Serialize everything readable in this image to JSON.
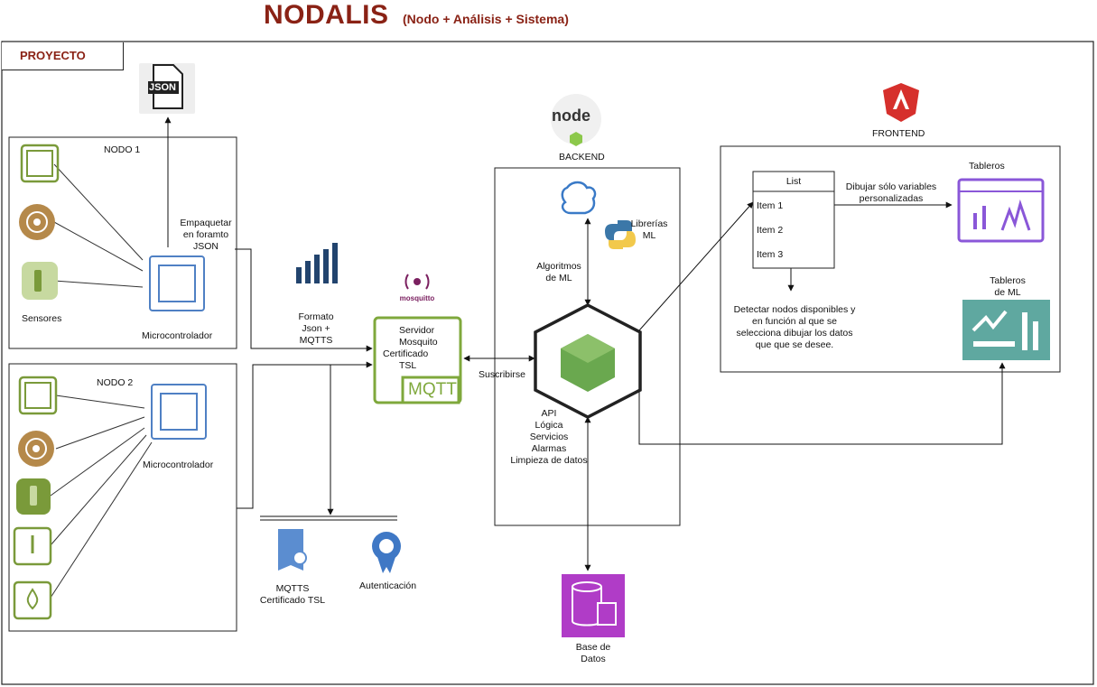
{
  "header": {
    "title": "NODALIS",
    "subtitle": "(Nodo + Análisis + Sistema)"
  },
  "tab": {
    "label": "PROYECTO"
  },
  "nodo1": {
    "label": "NODO 1",
    "sensores_label": "Sensores",
    "micro_label": "Microcontrolador",
    "pack_label": [
      "Empaquetar",
      "en foramto",
      "JSON"
    ]
  },
  "nodo2": {
    "label": "NODO 2",
    "micro_label": "Microcontrolador"
  },
  "json_icon": {
    "text": "JSON"
  },
  "formato": [
    "Formato",
    "Json +",
    "MQTTS"
  ],
  "mosquitto": {
    "logo_text": "mosquitto",
    "server_lines": [
      "Servidor",
      "Mosquito",
      "Certificado",
      "TSL"
    ],
    "mqtt_text": "MQTT"
  },
  "suscribirse": "Suscribirse",
  "security": {
    "mqtts_label": [
      "MQTTS",
      "Certificado TSL"
    ],
    "auth_label": "Autenticación"
  },
  "backend": {
    "label": "BACKEND",
    "node_logo": "node",
    "librerias": [
      "Librerías",
      "ML"
    ],
    "algoritmos": [
      "Algoritmos",
      "de ML"
    ],
    "functions": [
      "API",
      "Lógica",
      "Servicios",
      "Alarmas",
      "Limpieza de datos"
    ]
  },
  "database": {
    "label": [
      "Base de",
      "Datos"
    ]
  },
  "frontend": {
    "label": "FRONTEND",
    "list_title": "List",
    "list_items": [
      "Item 1",
      "Item 2",
      "Item 3"
    ],
    "dibujar": [
      "Dibujar sólo variables",
      "personalizadas"
    ],
    "tableros": "Tableros",
    "tableros_ml": [
      "Tableros",
      "de ML"
    ],
    "detectar": [
      "Detectar nodos disponibles y",
      "en función al que se",
      "selecciona dibujar los datos",
      "que que se desee."
    ]
  },
  "colors": {
    "title": "#8a2215",
    "sensor_green": "#7a9a3a",
    "sensor_brown": "#b5894a",
    "micro_blue": "#4f80c4",
    "mqtt_green": "#7fa83c",
    "node_green": "#6aa84f",
    "db_magenta": "#b03cc7",
    "dash_purple": "#8a57d8",
    "ml_teal": "#5fa8a0",
    "angular_red": "#d6302c",
    "chart_navy": "#22446e"
  }
}
